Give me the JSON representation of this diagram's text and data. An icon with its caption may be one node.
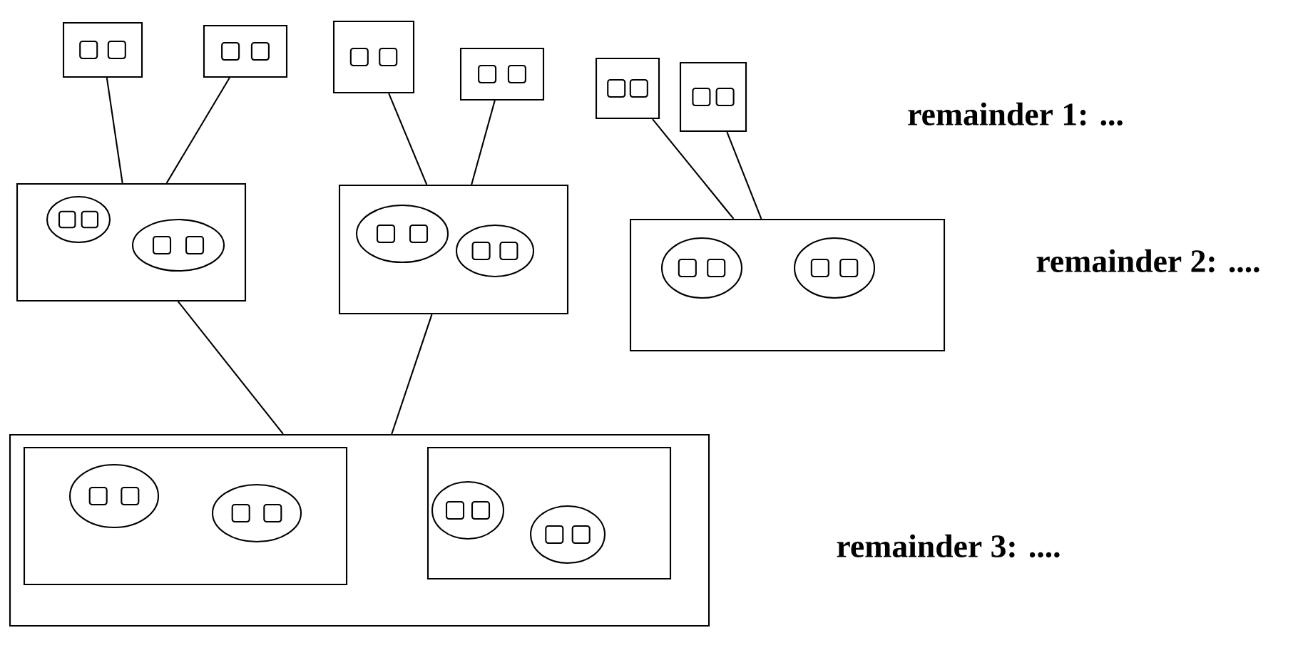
{
  "diagram": {
    "nodes": [
      {
        "text": [],
        "shape": "box"
      },
      {
        "text": [],
        "shape": "box",
        "in": 0
      },
      {
        "text": [],
        "shape": "box",
        "in": 0
      },
      {
        "text": [],
        "shape": "box"
      },
      {
        "text": [],
        "shape": "box",
        "in": 3
      },
      {
        "text": [],
        "shape": "box",
        "in": 3
      },
      {
        "text": [],
        "shape": "box"
      },
      {
        "text": [],
        "shape": "box",
        "in": 6
      },
      {
        "text": [],
        "shape": "box",
        "in": 6
      },
      {
        "text": [],
        "shape": "box"
      },
      {
        "text": [],
        "shape": "box",
        "in": 9
      },
      {
        "text": [],
        "shape": "box",
        "in": 9
      },
      {
        "text": [],
        "shape": "box"
      },
      {
        "text": [],
        "shape": "box",
        "in": 12
      },
      {
        "text": [],
        "shape": "box",
        "in": 12
      },
      {
        "text": [],
        "shape": "box"
      },
      {
        "text": [],
        "shape": "box",
        "in": 15
      },
      {
        "text": [],
        "shape": "box",
        "in": 15
      },
      {
        "text": [],
        "shape": "box"
      },
      {
        "text": [],
        "shape": "circle",
        "in": 18
      },
      {
        "text": [],
        "shape": "box",
        "in": 19
      },
      {
        "text": [],
        "shape": "box",
        "in": 19
      },
      {
        "text": [],
        "shape": "circle",
        "in": 18
      },
      {
        "text": [],
        "shape": "box",
        "in": 22
      },
      {
        "text": [],
        "shape": "box",
        "in": 22
      },
      {
        "text": [],
        "shape": "box"
      },
      {
        "text": [],
        "shape": "circle",
        "in": 25
      },
      {
        "text": [],
        "shape": "box",
        "in": 26
      },
      {
        "text": [],
        "shape": "box",
        "in": 26
      },
      {
        "text": [],
        "shape": "circle",
        "in": 25
      },
      {
        "text": [],
        "shape": "box",
        "in": 29
      },
      {
        "text": [],
        "shape": "box",
        "in": 29
      },
      {
        "text": [],
        "shape": "box"
      },
      {
        "text": [],
        "shape": "circle",
        "in": 32
      },
      {
        "text": [],
        "shape": "box",
        "in": 33
      },
      {
        "text": [],
        "shape": "box",
        "in": 33
      },
      {
        "text": [],
        "shape": "circle",
        "in": 32
      },
      {
        "text": [],
        "shape": "box",
        "in": 36
      },
      {
        "text": [],
        "shape": "box",
        "in": 36
      },
      {
        "text": [],
        "shape": "box"
      },
      {
        "text": [],
        "shape": "box",
        "in": 39
      },
      {
        "text": [],
        "shape": "circle",
        "in": 40
      },
      {
        "text": [],
        "shape": "box",
        "in": 41
      },
      {
        "text": [],
        "shape": "box",
        "in": 41
      },
      {
        "text": [],
        "shape": "circle",
        "in": 40
      },
      {
        "text": [],
        "shape": "box",
        "in": 44
      },
      {
        "text": [],
        "shape": "box",
        "in": 44
      },
      {
        "text": [],
        "shape": "box",
        "in": 39
      },
      {
        "text": [],
        "shape": "circle",
        "in": 47
      },
      {
        "text": [],
        "shape": "box",
        "in": 48
      },
      {
        "text": [],
        "shape": "box",
        "in": 48
      },
      {
        "text": [],
        "shape": "circle",
        "in": 47
      },
      {
        "text": [],
        "shape": "box",
        "in": 51
      },
      {
        "text": [],
        "shape": "box",
        "in": 51
      }
    ],
    "edges": [
      {
        "from": 0,
        "to": 18,
        "arrow": "none"
      },
      {
        "from": 3,
        "to": 18,
        "arrow": "none"
      },
      {
        "from": 6,
        "to": 25,
        "arrow": "none"
      },
      {
        "from": 9,
        "to": 25,
        "arrow": "none"
      },
      {
        "from": 12,
        "to": 32,
        "arrow": "none"
      },
      {
        "from": 15,
        "to": 32,
        "arrow": "none"
      },
      {
        "from": 18,
        "to": 39,
        "arrow": "none"
      },
      {
        "from": 25,
        "to": 39,
        "arrow": "none"
      }
    ],
    "labels": [
      "remainder 1: ...",
      "remainder 2: ....",
      "remainder 3: ...."
    ]
  }
}
